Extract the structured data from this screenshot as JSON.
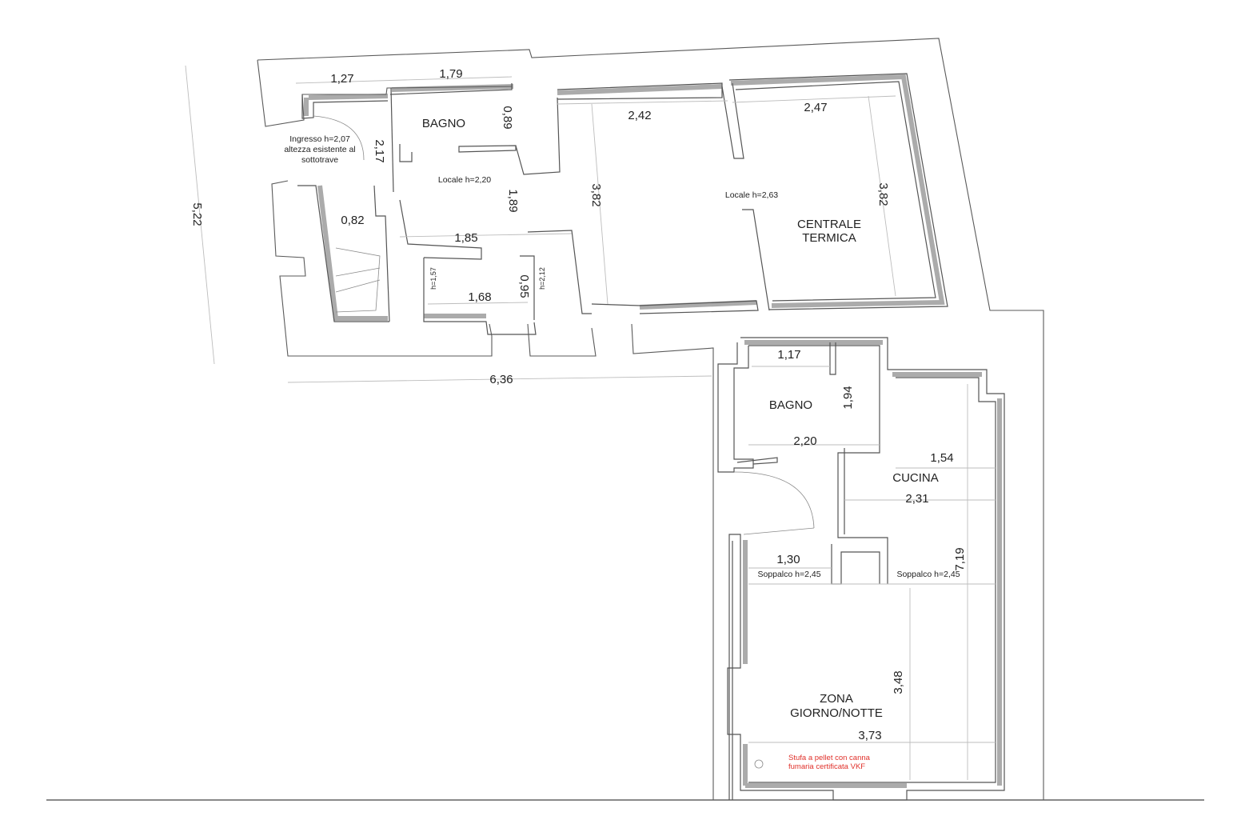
{
  "rooms": {
    "bagno_top": "BAGNO",
    "centrale_1": "CENTRALE",
    "centrale_2": "TERMICA",
    "bagno_bottom": "BAGNO",
    "cucina": "CUCINA",
    "zona_1": "ZONA",
    "zona_2": "GIORNO/NOTTE"
  },
  "notes": {
    "ingresso_1": "Ingresso  h=2,07",
    "ingresso_2": "altezza esistente al",
    "ingresso_3": "sottotrave",
    "locale_220": "Locale  h=2,20",
    "locale_263": "Locale  h=2,63",
    "h157": "h=1,57",
    "h212": "h=2,12",
    "soppalco_left": "Soppalco h=2,45",
    "soppalco_right": "Soppalco h=2,45",
    "stufa_1": "Stufa a pellet con canna",
    "stufa_2": "fumaria certificata VKF"
  },
  "dimensions": {
    "d127": "1,27",
    "d179": "1,79",
    "d089": "0,89",
    "d242": "2,42",
    "d247": "2,47",
    "d217": "2,17",
    "d382a": "3,82",
    "d382b": "3,82",
    "d522": "5,22",
    "d189": "1,89",
    "d082": "0,82",
    "d185": "1,85",
    "d095": "0,95",
    "d168": "1,68",
    "d636": "6,36",
    "d117": "1,17",
    "d194": "1,94",
    "d220": "2,20",
    "d154": "1,54",
    "d231": "2,31",
    "d130": "1,30",
    "d719": "7,19",
    "d348": "3,48",
    "d373": "3,73"
  },
  "colors": {
    "wall": "#555555",
    "dimension_line": "#bdbdbd",
    "note_red": "#e0302a"
  }
}
